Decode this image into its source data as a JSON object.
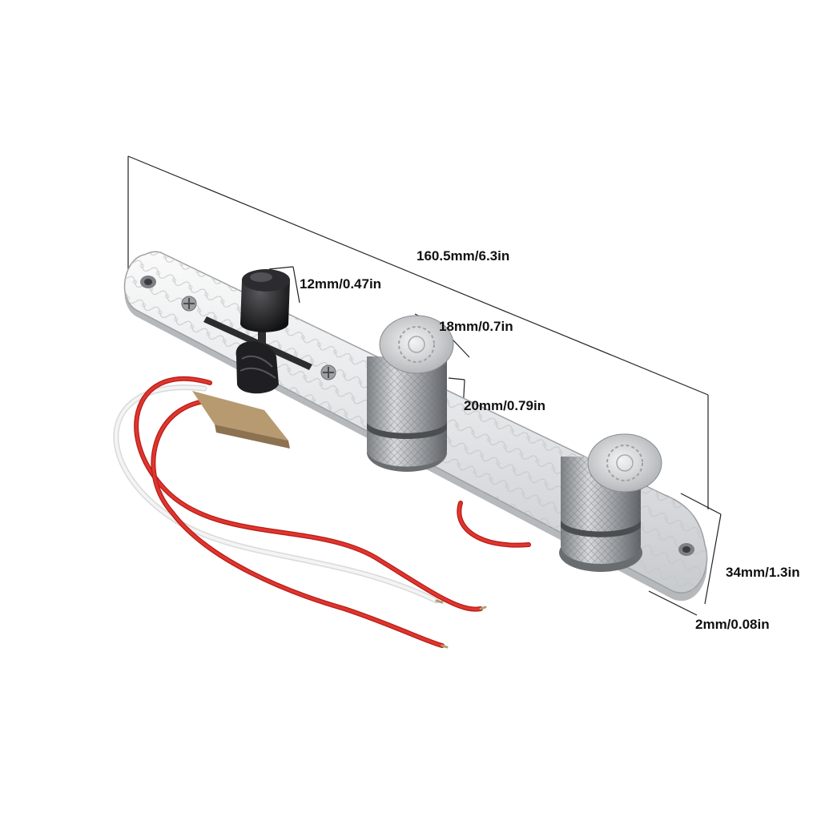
{
  "dimensions": {
    "length": "160.5mm/6.3in",
    "switch_tip": "12mm/0.47in",
    "knob_diameter": "18mm/0.7in",
    "knob_height": "20mm/0.79in",
    "plate_width": "34mm/1.3in",
    "plate_thickness": "2mm/0.08in"
  },
  "colors": {
    "background": "#ffffff",
    "plate_chrome": "#e6e8ea",
    "knob_metal": "#b9bcc0",
    "switch_tip": "#1b1b1d",
    "wire_red": "#d42a24",
    "wire_white": "#eeeeee",
    "dimension_line": "#222222"
  }
}
